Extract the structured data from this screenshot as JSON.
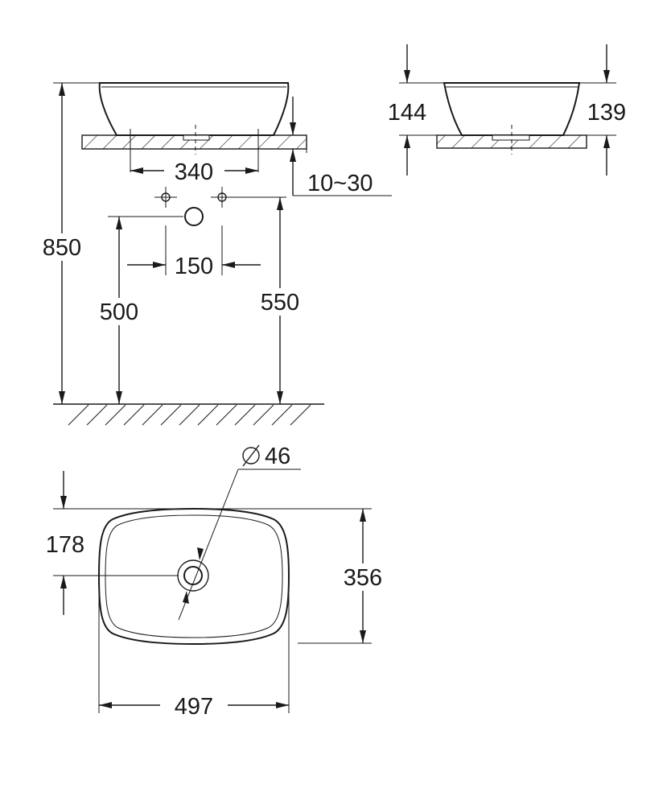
{
  "dimensions": {
    "width_340": "340",
    "deck_10_30": "10~30",
    "spacing_150": "150",
    "height_850": "850",
    "height_500": "500",
    "height_550": "550",
    "height_144": "144",
    "height_139": "139",
    "diameter_46": "46",
    "half_depth_178": "178",
    "depth_356": "356",
    "width_497": "497"
  }
}
